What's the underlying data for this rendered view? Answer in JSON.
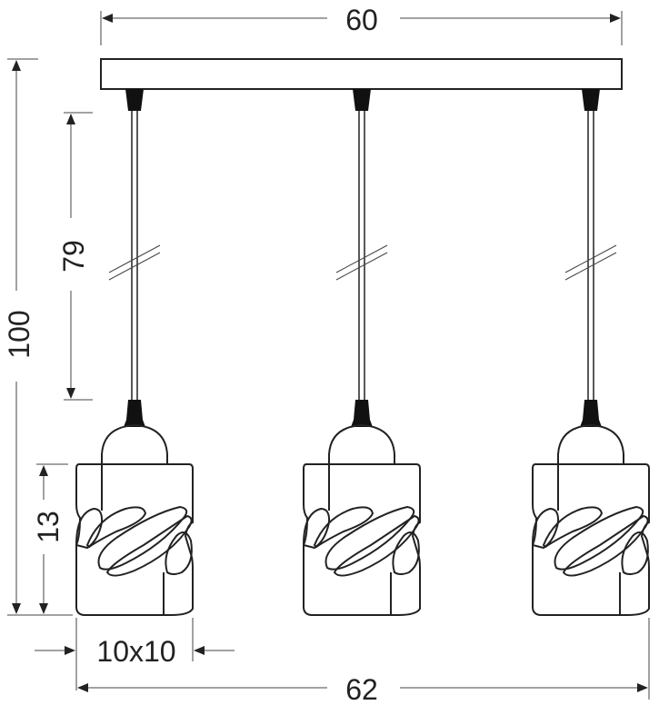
{
  "diagram": {
    "title": "Pendant lamp dimension drawing",
    "lamp_count": 3,
    "dimensions": {
      "canopy_width": "60",
      "total_width": "62",
      "total_height": "100",
      "cord_length": "79",
      "shade_height": "13",
      "shade_size": "10x10"
    },
    "colors": {
      "line": "#222222",
      "fill": "#ffffff",
      "socket": "#111111"
    }
  }
}
